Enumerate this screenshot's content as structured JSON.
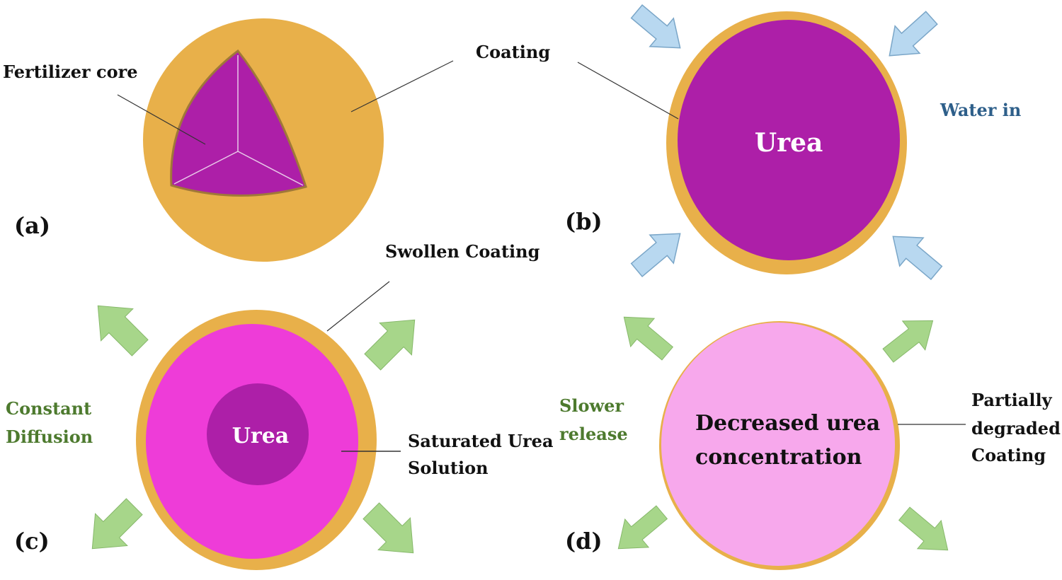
{
  "colors": {
    "coating": "#e8b04a",
    "coating_edge": "#a07838",
    "urea": "#ad1fa8",
    "saturated": "#ee3cd8",
    "decreased": "#f7a8ec",
    "water_arrow": "#b8d8f0",
    "water_arrow_edge": "#7aa6c8",
    "release_arrow": "#a7d68a",
    "release_arrow_edge": "#86b86a",
    "leader_line": "#333333"
  },
  "panel_a": {
    "label": "(a)",
    "fertilizer_core_label": "Fertilizer core",
    "coating_label": "Coating"
  },
  "panel_b": {
    "label": "(b)",
    "core_label": "Urea",
    "water_label": "Water in"
  },
  "panel_c": {
    "label": "(c)",
    "swollen_label": "Swollen Coating",
    "core_label": "Urea",
    "saturated_line1": "Saturated Urea",
    "saturated_line2": "Solution",
    "diffusion_line1": "Constant",
    "diffusion_line2": "Diffusion"
  },
  "panel_d": {
    "label": "(d)",
    "center_line1": "Decreased urea",
    "center_line2": "concentration",
    "slower_line1": "Slower",
    "slower_line2": "release",
    "degraded_line1": "Partially",
    "degraded_line2": "degraded",
    "degraded_line3": "Coating"
  }
}
